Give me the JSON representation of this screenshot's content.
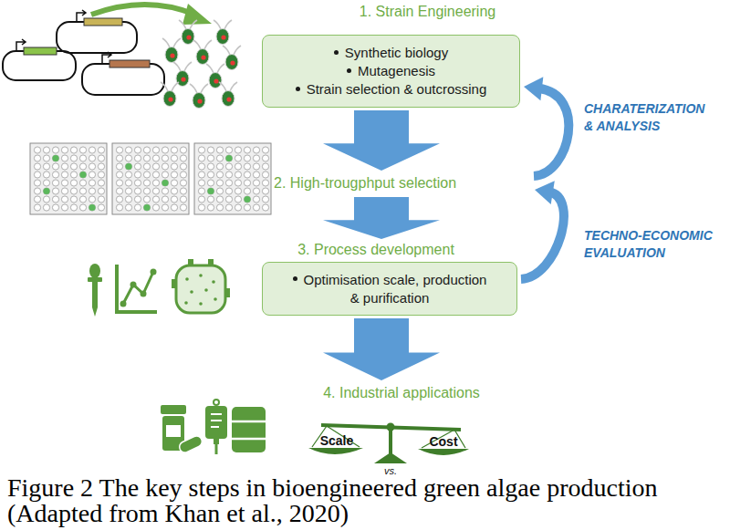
{
  "diagram": {
    "caption": "Figure 2 The key steps in bioengineered green algae production (Adapted from Khan et al., 2020)",
    "nodes": [
      {
        "text": [
          "1. Strain Engineering",
          "Synthetic biology",
          "Mutagenesis",
          "Strain selection & outcrossing"
        ]
      },
      {
        "text": [
          "2. High-trougphput selection"
        ]
      },
      {
        "text": [
          "3. Process development",
          "Optimisation scale, production & purification"
        ]
      },
      {
        "text": [
          "4. Industrial applications"
        ]
      }
    ],
    "edges": [
      {
        "from": 0,
        "to": 1,
        "arrow": "to"
      },
      {
        "from": 1,
        "to": 2,
        "arrow": "to"
      },
      {
        "from": 2,
        "to": 3,
        "arrow": "to"
      },
      {
        "from": 1,
        "to": 0,
        "label": "CHARATERIZATION & ANALYSIS",
        "arrow": "to"
      },
      {
        "from": 2,
        "to": 1,
        "label": "TECHNO-ECONOMIC EVALUATION",
        "arrow": "to"
      }
    ],
    "labels": [
      "Scale",
      "Cost",
      "vs."
    ]
  }
}
